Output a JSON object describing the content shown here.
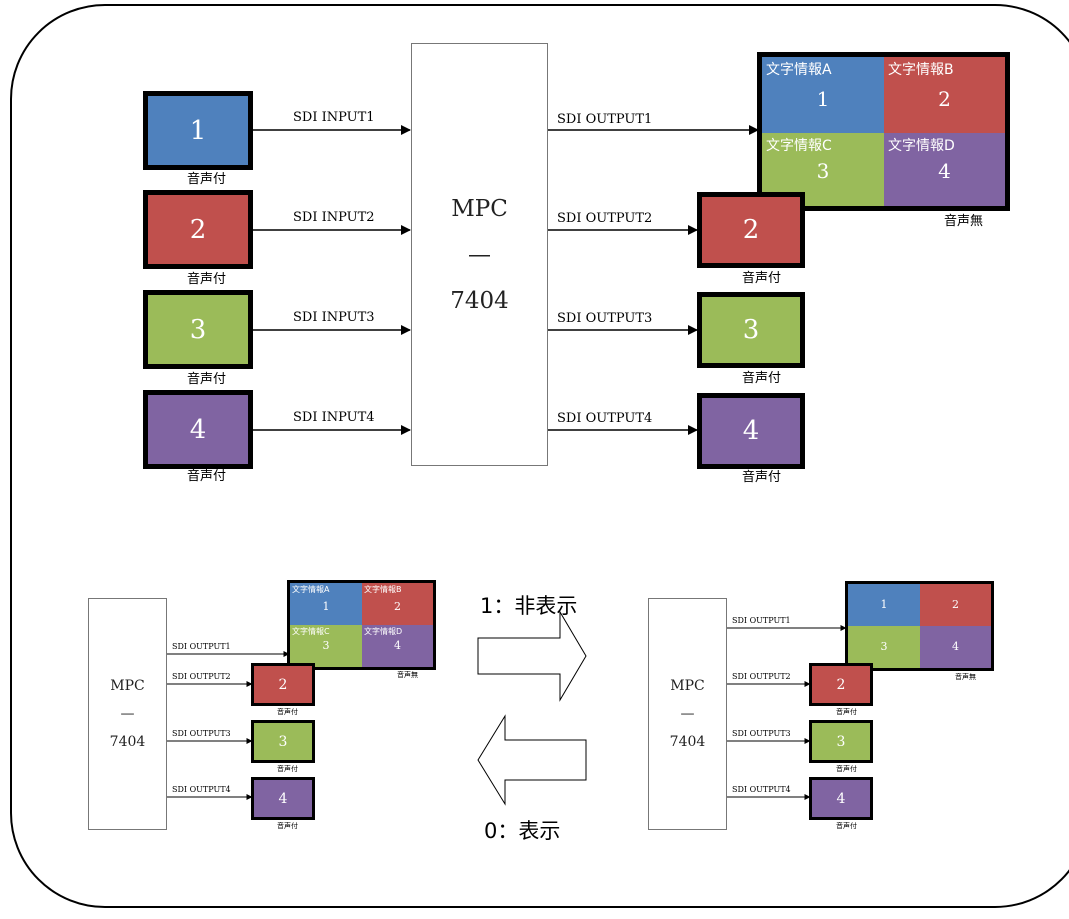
{
  "top": {
    "inputs": [
      {
        "num": "1",
        "audio": "音声付",
        "label": "SDI  INPUT1",
        "color": "#4f81bd"
      },
      {
        "num": "2",
        "audio": "音声付",
        "label": "SDI  INPUT2",
        "color": "#c0504d"
      },
      {
        "num": "3",
        "audio": "音声付",
        "label": "SDI  INPUT3",
        "color": "#9bbb59"
      },
      {
        "num": "4",
        "audio": "音声付",
        "label": "SDI  INPUT4",
        "color": "#8064a2"
      }
    ],
    "device": {
      "line1": "MPC",
      "line2": "—",
      "line3": "7404"
    },
    "outputs": [
      {
        "label": "SDI OUTPUT1"
      },
      {
        "label": "SDI OUTPUT2",
        "num": "2",
        "audio": "音声付"
      },
      {
        "label": "SDI OUTPUT3",
        "num": "3",
        "audio": "音声付"
      },
      {
        "label": "SDI OUTPUT4",
        "num": "4",
        "audio": "音声付"
      }
    ],
    "quad": {
      "cells": [
        {
          "text": "文字情報A",
          "num": "1"
        },
        {
          "text": "文字情報B",
          "num": "2"
        },
        {
          "text": "文字情報C",
          "num": "3"
        },
        {
          "text": "文字情報D",
          "num": "4"
        }
      ],
      "audio": "音声無"
    }
  },
  "transitions": {
    "to_hide": "1：非表示",
    "to_show": "0：表示"
  },
  "left_small": {
    "device": {
      "line1": "MPC",
      "line2": "—",
      "line3": "7404"
    },
    "outputs": [
      "SDI OUTPUT1",
      "SDI OUTPUT2",
      "SDI OUTPUT3",
      "SDI OUTPUT4"
    ],
    "quad": {
      "cells": [
        {
          "text": "文字情報A",
          "num": "1"
        },
        {
          "text": "文字情報B",
          "num": "2"
        },
        {
          "text": "文字情報C",
          "num": "3"
        },
        {
          "text": "文字情報D",
          "num": "4"
        }
      ],
      "audio": "音声無"
    },
    "monitors": [
      {
        "num": "2",
        "audio": "音声付"
      },
      {
        "num": "3",
        "audio": "音声付"
      },
      {
        "num": "4",
        "audio": "音声付"
      }
    ]
  },
  "right_small": {
    "device": {
      "line1": "MPC",
      "line2": "—",
      "line3": "7404"
    },
    "outputs": [
      "SDI OUTPUT1",
      "SDI OUTPUT2",
      "SDI OUTPUT3",
      "SDI OUTPUT4"
    ],
    "quad": {
      "cells": [
        {
          "num": "1"
        },
        {
          "num": "2"
        },
        {
          "num": "3"
        },
        {
          "num": "4"
        }
      ],
      "audio": "音声無"
    },
    "monitors": [
      {
        "num": "2",
        "audio": "音声付"
      },
      {
        "num": "3",
        "audio": "音声付"
      },
      {
        "num": "4",
        "audio": "音声付"
      }
    ]
  }
}
